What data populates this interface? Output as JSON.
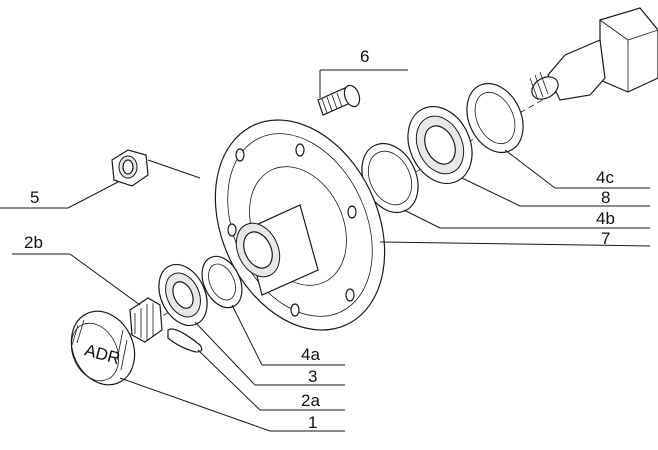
{
  "callouts": [
    {
      "id": "6",
      "text": "6"
    },
    {
      "id": "5",
      "text": "5"
    },
    {
      "id": "2b",
      "text": "2b"
    },
    {
      "id": "4c",
      "text": "4c"
    },
    {
      "id": "8",
      "text": "8"
    },
    {
      "id": "4b",
      "text": "4b"
    },
    {
      "id": "7",
      "text": "7"
    },
    {
      "id": "4a",
      "text": "4a"
    },
    {
      "id": "3",
      "text": "3"
    },
    {
      "id": "2a",
      "text": "2a"
    },
    {
      "id": "1",
      "text": "1"
    }
  ],
  "cap_marking": "ADR",
  "colors": {
    "line": "#1a1a1a",
    "background": "#ffffff",
    "shade": "#e8e8e8"
  }
}
